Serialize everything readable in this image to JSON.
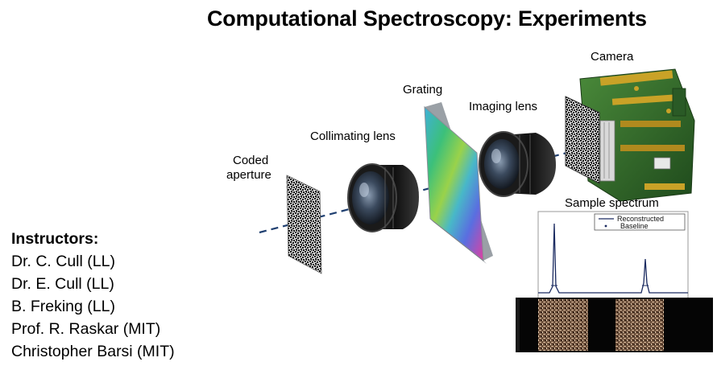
{
  "title": "Computational Spectroscopy: Experiments",
  "labels": {
    "coded_aperture_line1": "Coded",
    "coded_aperture_line2": "aperture",
    "collimating_lens": "Collimating  lens",
    "grating": "Grating",
    "imaging_lens": "Imaging lens",
    "camera": "Camera",
    "sample_spectrum": "Sample spectrum"
  },
  "legend": {
    "reconstructed": "Reconstructed",
    "baseline": "Baseline"
  },
  "instructors": {
    "heading": "Instructors:",
    "people": [
      "Dr. C. Cull (LL)",
      "Dr. E. Cull (LL)",
      "B. Freking (LL)",
      "Prof. R. Raskar (MIT)",
      "Christopher Barsi (MIT)"
    ]
  },
  "colors": {
    "optical_axis": "#1f3f70",
    "pcb_green": "#2f6a2a",
    "gold": "#c9a227",
    "lens_body": "#1a1a1a"
  },
  "icons": [
    "coded-aperture-mask",
    "collimating-lens",
    "diffraction-grating",
    "imaging-lens",
    "camera-board"
  ]
}
